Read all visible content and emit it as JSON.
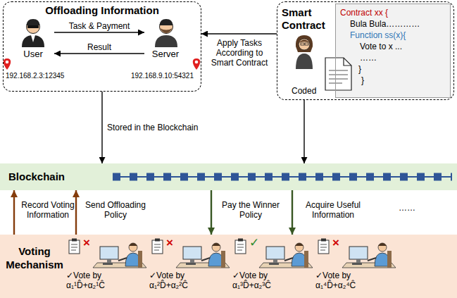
{
  "diagram": {
    "nodes": [
      {
        "text": [
          "Offloading Information"
        ]
      },
      {
        "text": [
          "User"
        ],
        "in": 0
      },
      {
        "text": [
          "Server"
        ],
        "in": 0
      },
      {
        "text": [
          "Smart Contract"
        ]
      },
      {
        "text": [
          "Contract xx {",
          "Bula Bula…………",
          "Function ss(x){",
          "Vote to x ...",
          "……",
          "}",
          "}"
        ],
        "in": 3
      },
      {
        "text": [
          "Blockchain"
        ]
      },
      {
        "text": [
          "Voting Mechanism"
        ]
      }
    ],
    "edges": [
      {
        "from": 1,
        "to": 2,
        "arrow": "to",
        "label": "Task & Payment"
      },
      {
        "from": 2,
        "to": 1,
        "arrow": "to",
        "label": "Result"
      },
      {
        "from": 3,
        "to": 0,
        "arrow": "to",
        "label": "Apply Tasks According to Smart Contract"
      },
      {
        "from": 0,
        "to": 5,
        "arrow": "to",
        "label": "Stored in the Blockchain"
      },
      {
        "from": 3,
        "to": 5,
        "arrow": "to"
      },
      {
        "from": 6,
        "to": 5,
        "arrow": "to",
        "label": "Record Voting Information"
      },
      {
        "from": 6,
        "to": 5,
        "arrow": "to",
        "label": "Send Offloading Policy"
      },
      {
        "from": 5,
        "to": 6,
        "arrow": "to",
        "label": "Pay the Winner Policy"
      },
      {
        "from": 5,
        "to": 6,
        "arrow": "to",
        "label": "Acquire Useful Information"
      }
    ],
    "labels": [
      "192.168.2.3:12345",
      "192.168.9.10:54321",
      "Coded",
      "×",
      "✓Vote by α₁¹D̂+α₂¹Ĉ",
      "×",
      "✓Vote by α₁²D̂+α₂²Ĉ",
      "✓",
      "✓Vote by α₁³D̂+α₂³Ĉ",
      "×",
      "✓Vote by α₁⁴D̂+α₂⁴Ĉ",
      "……"
    ]
  }
}
